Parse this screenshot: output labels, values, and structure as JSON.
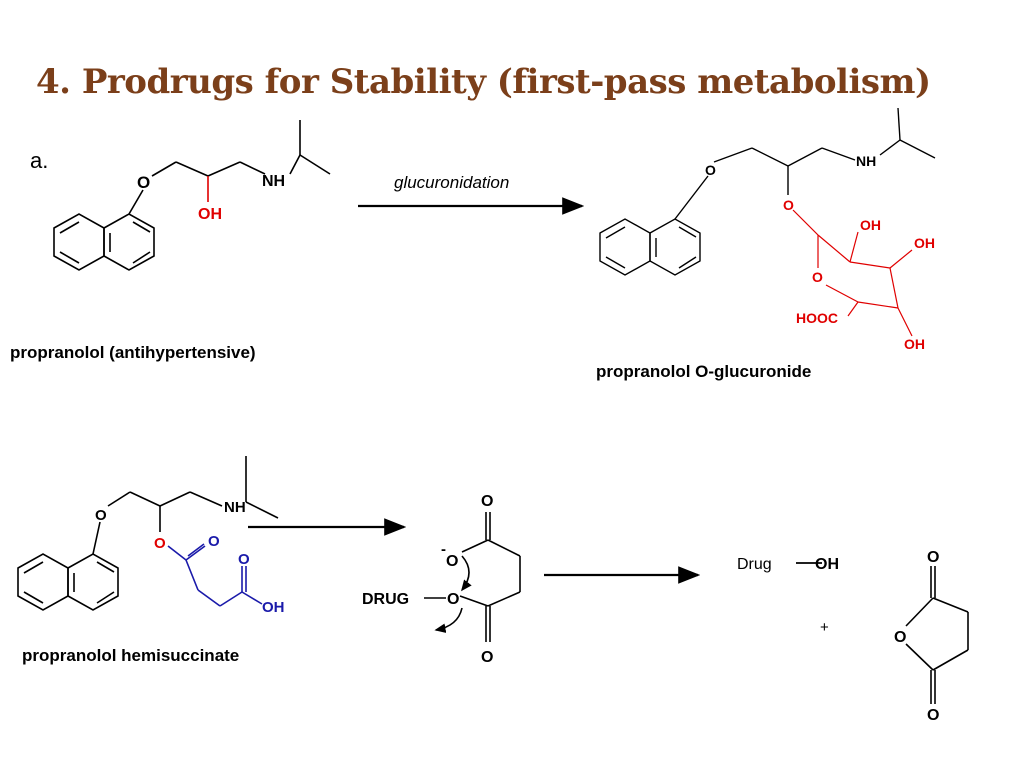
{
  "slide": {
    "title": "4. Prodrugs for Stability (first-pass metabolism)",
    "item_label": "a.",
    "colors": {
      "title": "#7b3f1a",
      "red": "#e00000",
      "blue": "#1a1aaa",
      "black": "#000000"
    }
  },
  "reaction1": {
    "reactant_caption": "propranolol (antihypertensive)",
    "arrow_label": "glucuronidation",
    "product_caption": "propranolol O-glucuronide",
    "atoms": {
      "O": "O",
      "NH": "NH",
      "OH": "OH",
      "HOOC": "HOOC"
    }
  },
  "reaction2": {
    "reactant_caption": "propranolol hemisuccinate",
    "drug_label": "DRUG",
    "product_drug_label": "Drug",
    "product_oh": "OH",
    "plus": "+",
    "charge": "-",
    "atoms": {
      "O": "O",
      "NH": "NH",
      "OH": "OH"
    }
  }
}
